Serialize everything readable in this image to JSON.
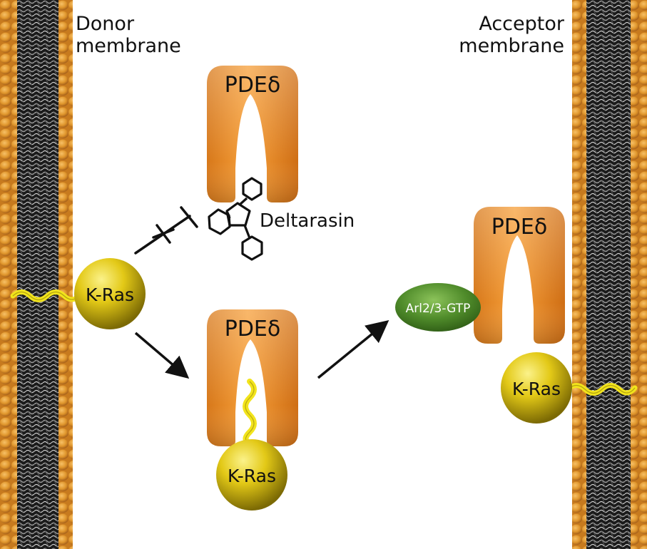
{
  "labels": {
    "donor_line1": "Donor",
    "donor_line2": "membrane",
    "acceptor_line1": "Acceptor",
    "acceptor_line2": "membrane",
    "deltarasin": "Deltarasin",
    "arl": "Arl2/3-GTP"
  },
  "proteins": {
    "pde_top": "PDEδ",
    "pde_middle": "PDEδ",
    "pde_right": "PDEδ",
    "kras_donor": "K-Ras",
    "kras_middle": "K-Ras",
    "kras_acceptor": "K-Ras"
  },
  "colors": {
    "pde_orange": "#ee8a1f",
    "pde_dark": "#c96a12",
    "kras_yellow": "#e8d21a",
    "kras_dark": "#8a7a06",
    "arl_green": "#4f8b2a",
    "lipid_tail": "#f2e41c",
    "membrane_head": "#e0962c",
    "membrane_core": "#222222"
  }
}
